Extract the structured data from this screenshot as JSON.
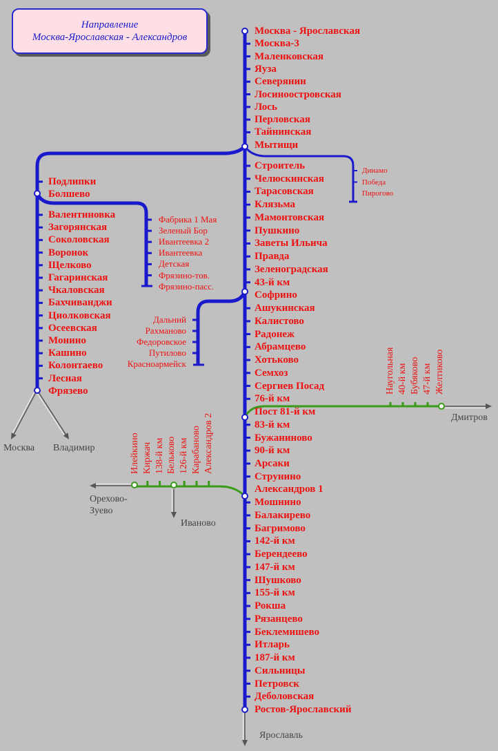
{
  "title": [
    "Направление",
    "Москва-Ярославская - Александров"
  ],
  "main": [
    "Москва - Ярославская",
    "Москва-3",
    "Маленковская",
    "Яуза",
    "Северянин",
    "Лосиноостровская",
    "Лось",
    "Перловская",
    "Тайнинская",
    "Мытищи",
    "Строитель",
    "Челюскинская",
    "Тарасовская",
    "Клязьма",
    "Мамонтовская",
    "Пушкино",
    "Заветы Ильича",
    "Правда",
    "Зеленоградская",
    "43-й км",
    "Софрино",
    "Ашукинская",
    "Калистово",
    "Радонеж",
    "Абрамцево",
    "Хотьково",
    "Семхоз",
    "Сергиев Посад",
    "76-й км",
    "Пост 81-й км",
    "83-й км",
    "Бужаниново",
    "90-й км",
    "Арсаки",
    "Струнино",
    "Александров 1",
    "Мошнино",
    "Балакирево",
    "Багримово",
    "142-й км",
    "Берендеево",
    "147-й км",
    "Шушково",
    "155-й км",
    "Рокша",
    "Рязанцево",
    "Беклемишево",
    "Итларь",
    "187-й км",
    "Сильницы",
    "Петровск",
    "Деболовская",
    "Ростов-Ярославский"
  ],
  "dynamo": [
    "Динамо",
    "Победа",
    "Пирогово"
  ],
  "fryazevo": [
    "Подлипки",
    "Болшево",
    "Валентиновка",
    "Загорянская",
    "Соколовская",
    "Воронок",
    "Щелково",
    "Гагаринская",
    "Чкаловская",
    "Бахчиванджи",
    "Циолковская",
    "Осеевская",
    "Монино",
    "Кашино",
    "Колонтаево",
    "Лесная",
    "Фрязево"
  ],
  "fryazino": [
    "Фабрика 1 Мая",
    "Зеленый Бор",
    "Ивантеевка 2",
    "Ивантеевка",
    "Детская",
    "Фрязино-тов.",
    "Фрязино-пасс."
  ],
  "krasnoarm": [
    "Дальний",
    "Рахманово",
    "Федоровское",
    "Путилово",
    "Красноармейск"
  ],
  "dmitrov": [
    "Наугольная",
    "40-й км",
    "Бубяково",
    "47-й км",
    "Желтиково"
  ],
  "orekhovo": [
    "Илейкино",
    "Киржач",
    "138-й км",
    "Бельково",
    "126-й км",
    "Карабаново",
    "Александров 2"
  ],
  "directions": {
    "moskva": "Москва",
    "vladimir": "Владимир",
    "dmitrov": "Дмитров",
    "orekhovo": "Орехово-\nЗуево",
    "ivanovo": "Иваново",
    "yaroslavl": "Ярославль"
  },
  "colors": {
    "main": "#1a1acc",
    "green": "#3a9a1a",
    "label": "#ee1111",
    "background": "#c0c0c0"
  }
}
